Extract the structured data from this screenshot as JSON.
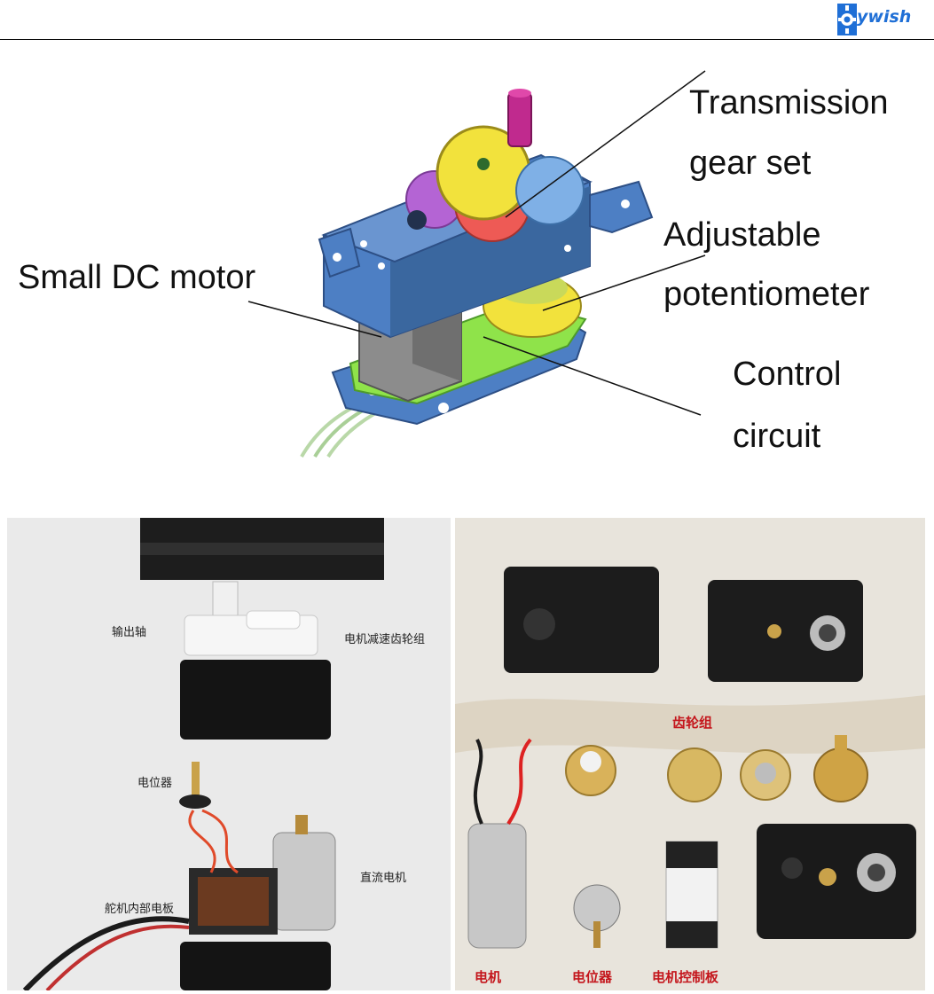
{
  "header": {
    "brand": "ywish"
  },
  "diagram": {
    "callouts": {
      "transmission_1": "Transmission",
      "transmission_2": "gear set",
      "adjustable_1": "Adjustable",
      "adjustable_2": "potentiometer",
      "motor": "Small DC motor",
      "control_1": "Control",
      "control_2": "circuit"
    }
  },
  "photos": {
    "left_labels": {
      "output_shaft": "输出轴",
      "gear_set": "电机减速齿轮组",
      "potentiometer": "电位器",
      "dc_motor": "直流电机",
      "board": "舵机内部电板"
    },
    "right_labels": {
      "gear_group": "齿轮组",
      "motor": "电机",
      "potentiometer": "电位器",
      "control_board": "电机控制板"
    }
  },
  "colors": {
    "logo_blue": "#1f6fd6",
    "housing_blue": "#4d7fc4",
    "board_green": "#8fe34a",
    "gear_yellow": "#f2e23c",
    "gear_red": "#ee5a55",
    "gear_purple": "#b464d4",
    "shaft_magenta": "#c02a8e",
    "label_red": "#c4161c"
  }
}
